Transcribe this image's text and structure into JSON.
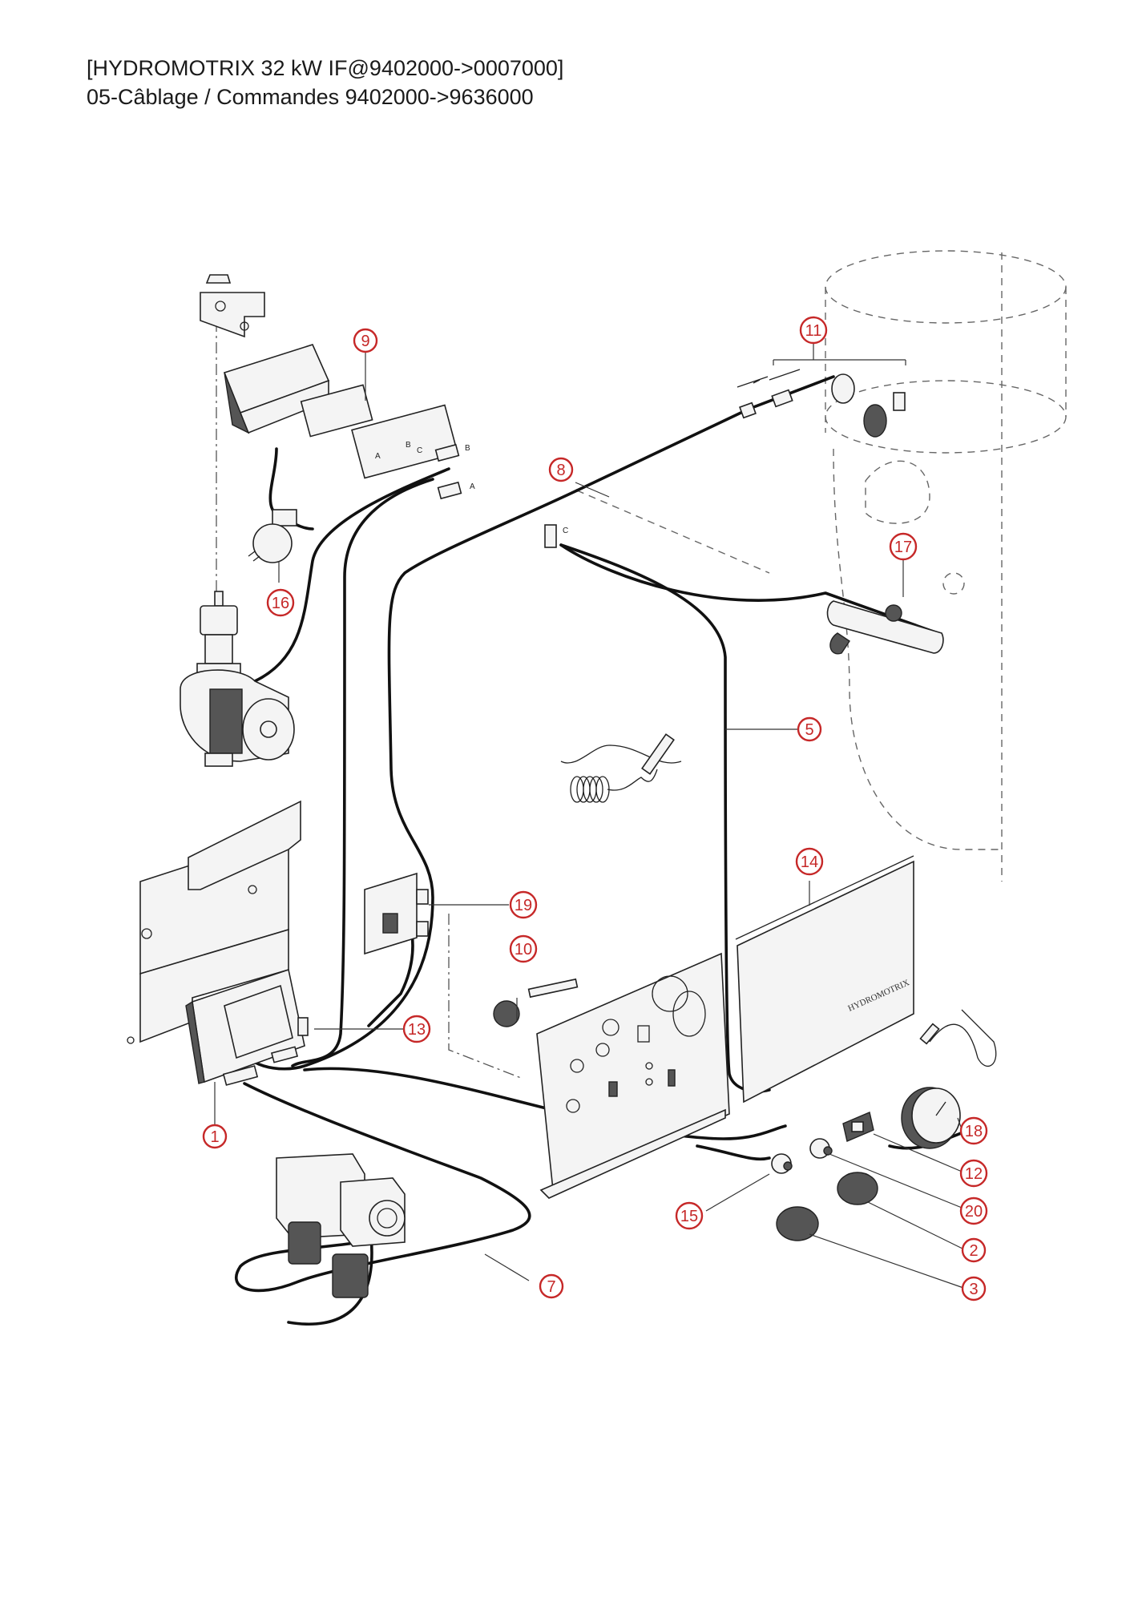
{
  "header": {
    "title": "[HYDROMOTRIX 32 kW IF@9402000->0007000]",
    "subtitle": "05-Câblage / Commandes 9402000->9636000"
  },
  "callouts": [
    "1",
    "2",
    "3",
    "5",
    "7",
    "8",
    "9",
    "10",
    "11",
    "12",
    "13",
    "14",
    "15",
    "16",
    "17",
    "18",
    "19",
    "20"
  ],
  "connector_letters": [
    "A",
    "B",
    "C"
  ],
  "panel_brand": "HYDROMOTRIX",
  "colors": {
    "callout": "#c62828",
    "wire": "#111111",
    "drawing": "#222222"
  }
}
